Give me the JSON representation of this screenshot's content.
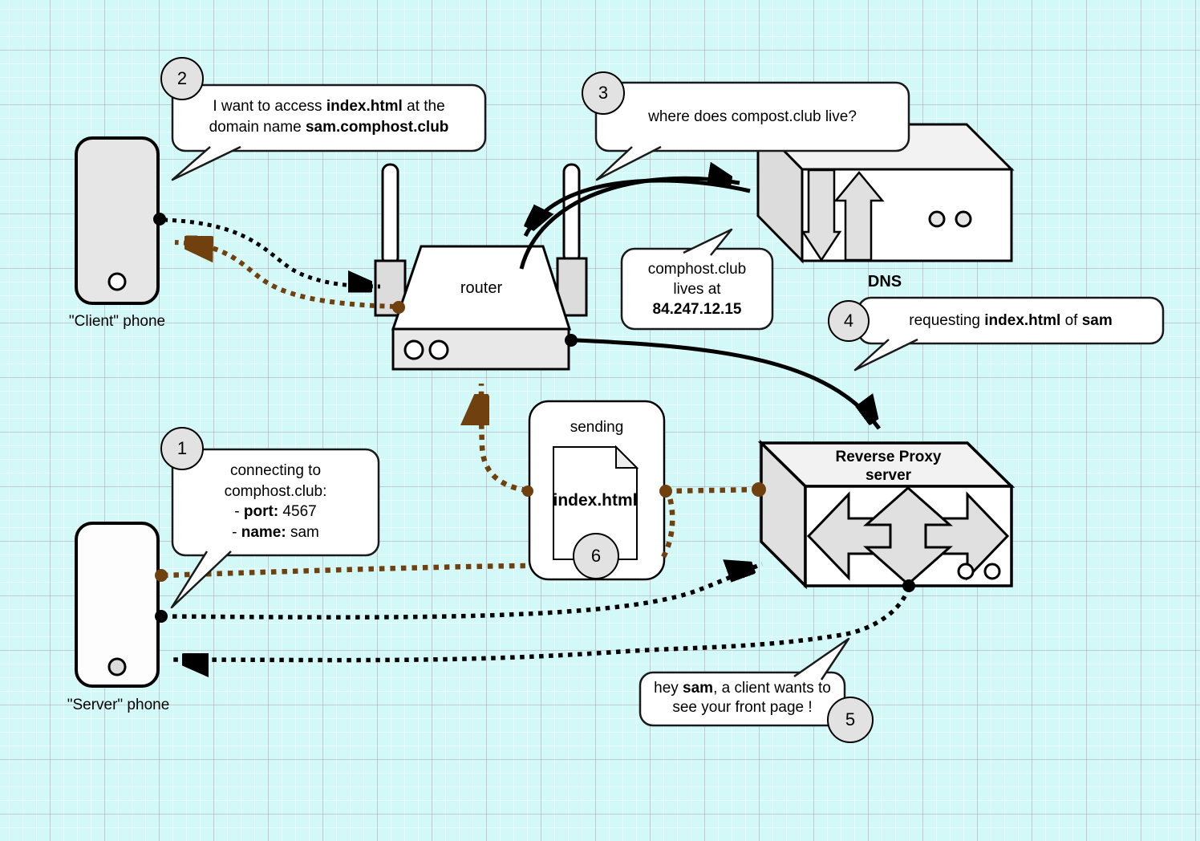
{
  "colors": {
    "brown": "#70410f",
    "black": "#000000",
    "bubble_fill": "#ffffff",
    "box_grey": "#e0e0e0"
  },
  "badges": {
    "n1": "1",
    "n2": "2",
    "n3": "3",
    "n4": "4",
    "n5": "5",
    "n6": "6"
  },
  "client_phone": {
    "label": "\"Client\" phone"
  },
  "server_phone": {
    "label": "\"Server\" phone"
  },
  "router": {
    "label": "router"
  },
  "dns": {
    "label": "DNS"
  },
  "proxy": {
    "label_line1": "Reverse Proxy",
    "label_line2": "server"
  },
  "sending": {
    "title": "sending",
    "file": "index.html"
  },
  "bubbles": {
    "b1": {
      "l1": "connecting to",
      "l2": "comphost.club:",
      "l3_pre": "- ",
      "l3_bold": "port:",
      "l3_post": " 4567",
      "l4_pre": "- ",
      "l4_bold": "name:",
      "l4_post": " sam"
    },
    "b2": {
      "l1_pre": "I want to access ",
      "l1_bold": "index.html",
      "l1_post": " at the",
      "l2_pre": "domain name ",
      "l2_bold": "sam.comphost.club"
    },
    "b3": {
      "l1": "where does compost.club live?"
    },
    "b4": {
      "pre": "requesting ",
      "bold1": "index.html",
      "mid": " of ",
      "bold2": "sam"
    },
    "b5": {
      "l1_pre": "hey ",
      "l1_bold": "sam",
      "l1_post": ", a client wants to",
      "l2": "see your front page !"
    },
    "dns_answer": {
      "l1": "comphost.club",
      "l2": "lives at",
      "l3_bold": "84.247.12.15"
    }
  }
}
